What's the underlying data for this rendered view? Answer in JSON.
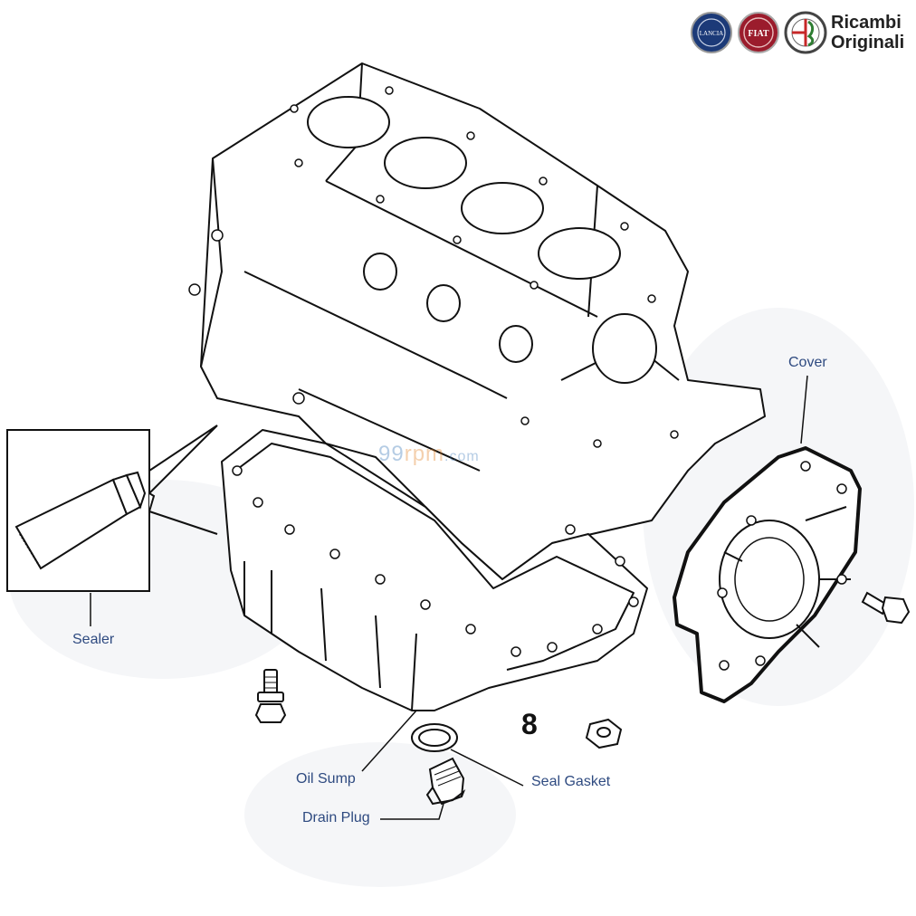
{
  "brand": {
    "logos": [
      "lancia-logo",
      "fiat-logo",
      "alfa-romeo-logo"
    ],
    "line1": "Ricambi",
    "line2": "Originali",
    "logo_text": {
      "lancia": "LANCIA",
      "fiat": "FIAT"
    }
  },
  "watermark": {
    "prefix": "99",
    "mid": "rpm",
    "suffix": ".com"
  },
  "figure_number": "8",
  "labels": {
    "cover": "Cover",
    "sealer": "Sealer",
    "oil_sump": "Oil Sump",
    "seal_gasket": "Seal Gasket",
    "drain_plug": "Drain Plug"
  },
  "colors": {
    "label": "#2e4a80",
    "line": "#111111",
    "fiat_red": "#9b1c2c",
    "lancia_blue": "#1c3a78",
    "watermark_blue": "#2d6fb5",
    "watermark_orange": "#e07a1a"
  }
}
